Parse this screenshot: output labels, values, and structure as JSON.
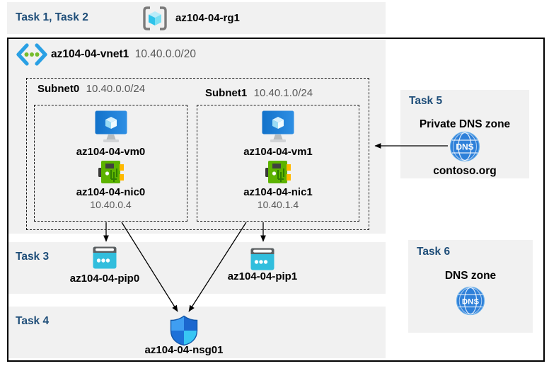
{
  "header": {
    "tasks_label": "Task 1, Task 2",
    "resource_group_name": "az104-04-rg1"
  },
  "vnet": {
    "name": "az104-04-vnet1",
    "cidr": "10.40.0.0/20",
    "subnets": [
      {
        "name": "Subnet0",
        "cidr": "10.40.0.0/24",
        "vm_name": "az104-04-vm0",
        "nic_name": "az104-04-nic0",
        "nic_ip": "10.40.0.4"
      },
      {
        "name": "Subnet1",
        "cidr": "10.40.1.0/24",
        "vm_name": "az104-04-vm1",
        "nic_name": "az104-04-nic1",
        "nic_ip": "10.40.1.4"
      }
    ]
  },
  "task3": {
    "label": "Task 3",
    "pip0_name": "az104-04-pip0",
    "pip1_name": "az104-04-pip1"
  },
  "task4": {
    "label": "Task 4",
    "nsg_name": "az104-04-nsg01"
  },
  "task5": {
    "label": "Task 5",
    "title": "Private DNS zone",
    "zone_name": "contoso.org",
    "dns_icon_text": "DNS"
  },
  "task6": {
    "label": "Task 6",
    "title": "DNS zone",
    "dns_icon_text": "DNS"
  },
  "icons": {
    "resource-group-icon": "gray brackets around cyan cube",
    "virtual-network-icon": "blue angle brackets with three green dots",
    "virtual-machine-icon": "blue monitor with white cube",
    "network-interface-icon": "green network card with yellow connectors",
    "public-ip-icon": "cyan browser window with three dots",
    "nsg-shield-icon": "four-quadrant blue shield",
    "dns-zone-icon": "blue globe with DNS text"
  },
  "colors": {
    "task_label_blue": "#1f4e79",
    "panel_gray": "#f1f1f1",
    "secondary_text_gray": "#595959",
    "arrow_black": "#000000",
    "pip_cyan": "#32bedd",
    "nic_green": "#5db300",
    "dns_blue": "#2e80d9"
  }
}
